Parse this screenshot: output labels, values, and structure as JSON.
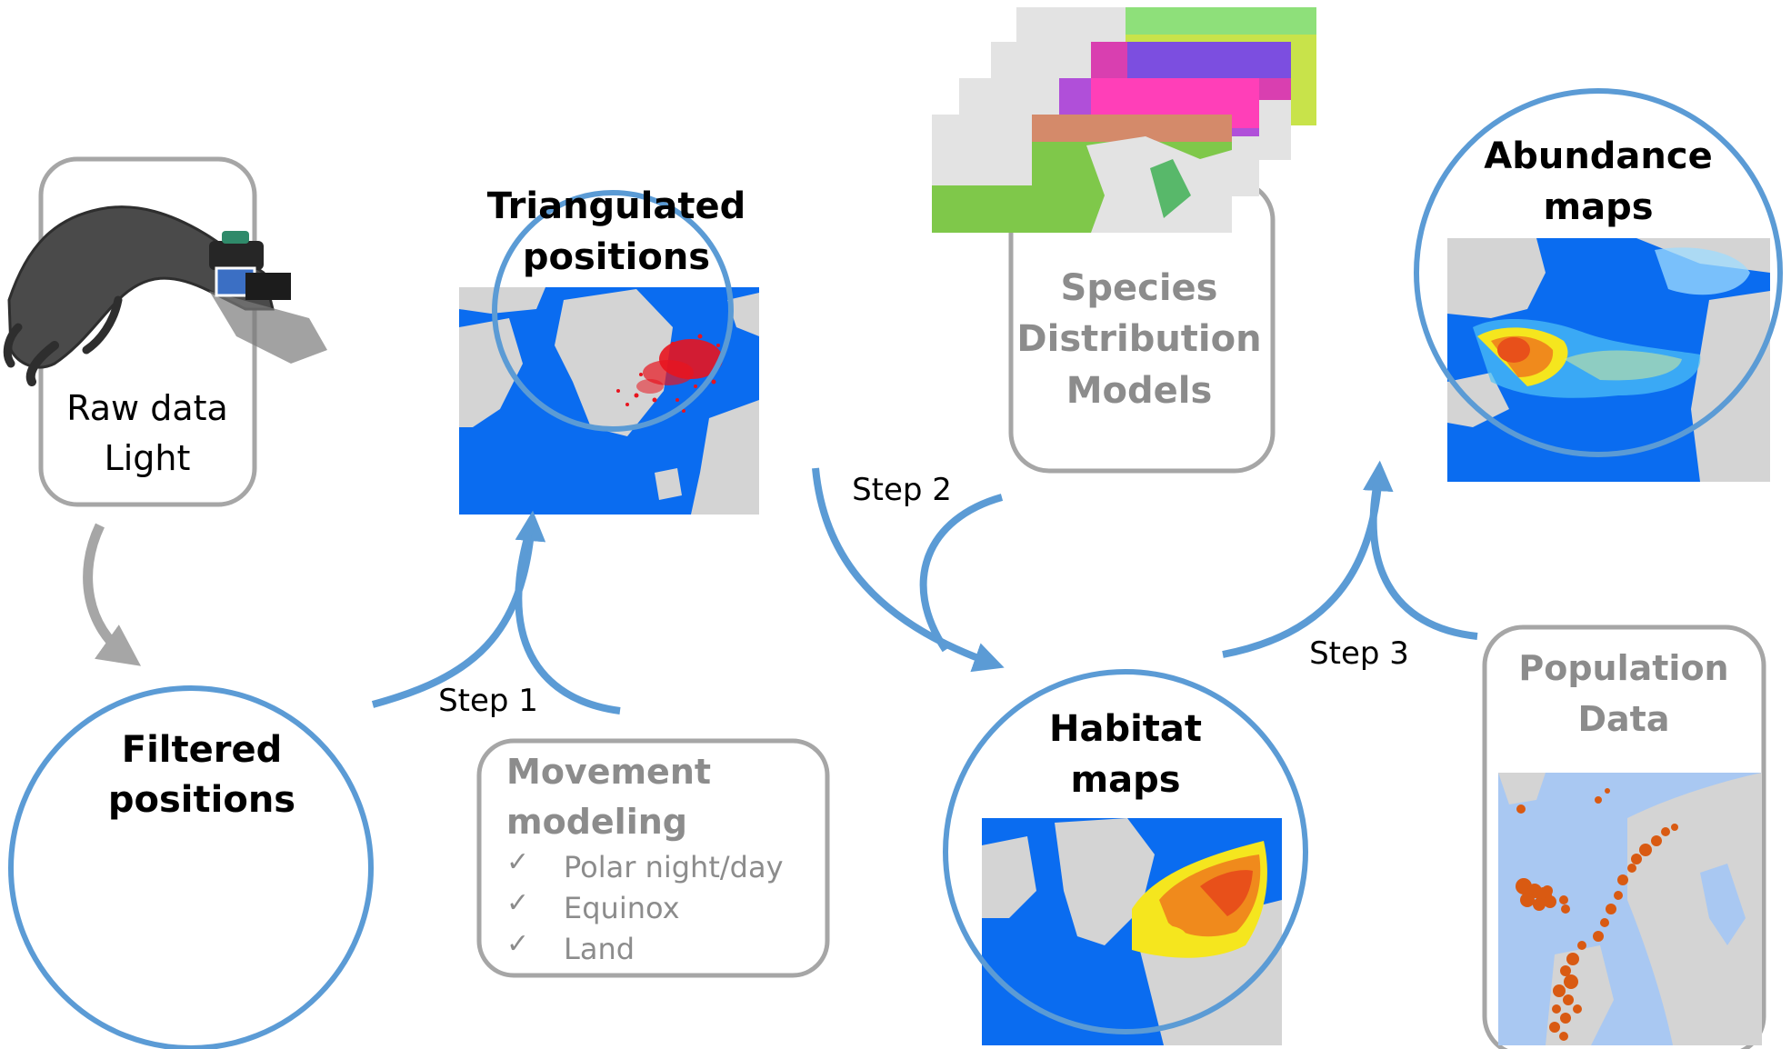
{
  "nodes": {
    "raw_data": {
      "line1": "Raw data",
      "line2": "Light"
    },
    "filtered": {
      "line1": "Filtered",
      "line2": "positions"
    },
    "triangulated": {
      "line1": "Triangulated",
      "line2": "positions"
    },
    "movement": {
      "line1": "Movement",
      "line2": "modeling",
      "items": [
        "Polar night/day",
        "Equinox",
        "Land"
      ],
      "check_glyph": "✓"
    },
    "sdm": {
      "line1": "Species",
      "line2": "Distribution",
      "line3": "Models"
    },
    "habitat": {
      "line1": "Habitat",
      "line2": "maps"
    },
    "abundance": {
      "line1": "Abundance",
      "line2": "maps"
    },
    "population": {
      "line1": "Population",
      "line2": "Data"
    }
  },
  "steps": {
    "step1": "Step 1",
    "step2": "Step 2",
    "step3": "Step 3"
  },
  "colors": {
    "arrow_blue": "#5b9bd5",
    "arrow_grey": "#a6a6a6",
    "box_grey": "#a6a6a6",
    "ocean_blue": "#0a6cf0",
    "land_grey": "#d4d4d4",
    "track_red": "#e8141e",
    "heat_orange": "#f08a1c",
    "heat_yellow": "#f5e61e",
    "colony_orange": "#d95a12"
  },
  "icons": [
    "bird-leg-with-logger",
    "ocean-map-thumbnail"
  ]
}
